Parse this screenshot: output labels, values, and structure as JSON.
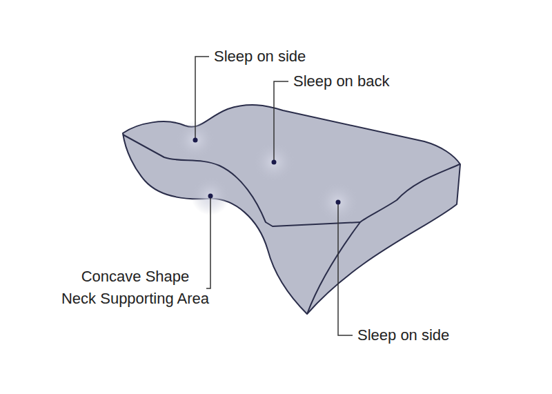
{
  "diagram": {
    "labels": [
      "Sleep on side",
      "Sleep on back",
      "Concave Shape Neck Supporting Area",
      "Sleep on side"
    ]
  }
}
